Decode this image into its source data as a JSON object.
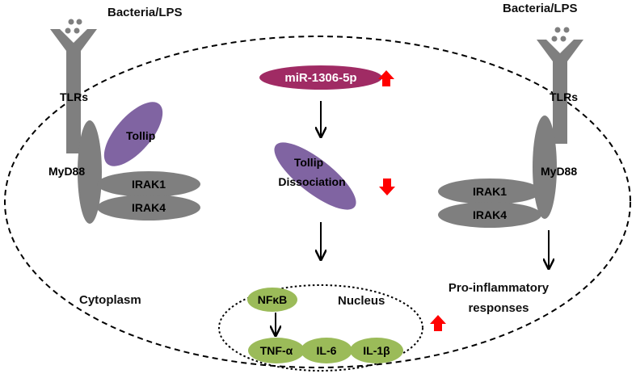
{
  "colors": {
    "receptor": "#7f7f7f",
    "tollip": "#8064a2",
    "mirna": "#a02b64",
    "cytokine": "#9bbb59",
    "arrow": "#000000",
    "up_down_arrow": "#ff0000",
    "membrane": "#000000"
  },
  "left": {
    "stimulus": "Bacteria/LPS",
    "receptor": "TLRs",
    "adaptor": "MyD88",
    "tollip": "Tollip",
    "kinase1": "IRAK1",
    "kinase2": "IRAK4"
  },
  "right": {
    "stimulus": "Bacteria/LPS",
    "receptor": "TLRs",
    "adaptor": "MyD88",
    "kinase1": "IRAK1",
    "kinase2": "IRAK4",
    "outcome_line1": "Pro-inflammatory",
    "outcome_line2": "responses"
  },
  "center": {
    "mirna": "miR-1306-5p",
    "mirna_trend": "up-arrow-icon",
    "tollip_line1": "Tollip",
    "tollip_line2": "Dissociation",
    "tollip_trend": "down-arrow-icon",
    "cytokine_trend": "up-arrow-icon"
  },
  "compartments": {
    "cytoplasm": "Cytoplasm",
    "nucleus": "Nucleus"
  },
  "nucleus": {
    "factor": "NFκB",
    "cytokines": [
      "TNF-α",
      "IL-6",
      "IL-1β"
    ]
  }
}
